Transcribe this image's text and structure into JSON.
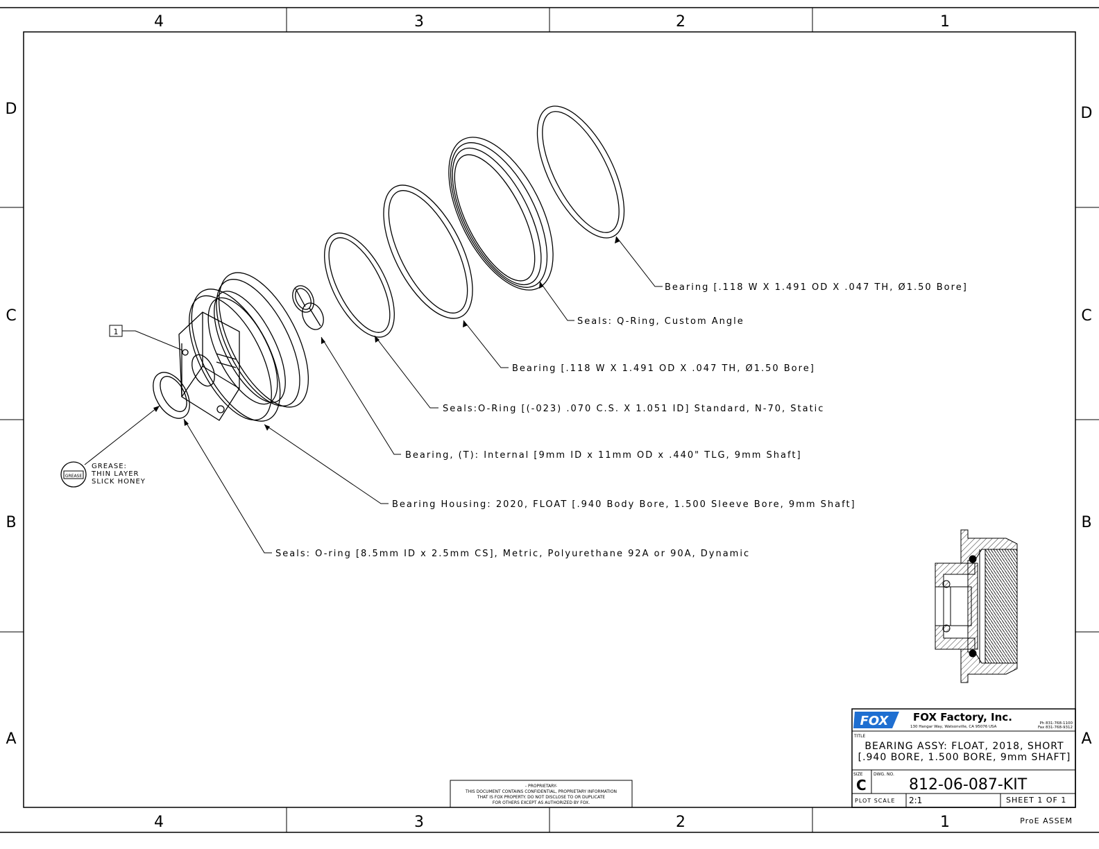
{
  "zones": {
    "columns": [
      "4",
      "3",
      "2",
      "1"
    ],
    "rows": [
      "D",
      "C",
      "B",
      "A"
    ]
  },
  "find_number": "1",
  "callouts": [
    "Bearing [.118 W X 1.491 OD X .047 TH, Ø1.50 Bore]",
    "Seals: Q-Ring, Custom Angle",
    "Bearing [.118 W X 1.491 OD X .047 TH, Ø1.50 Bore]",
    "Seals:O-Ring [(-023) .070 C.S. X 1.051 ID] Standard, N-70, Static",
    "Bearing, (T): Internal [9mm ID x 11mm OD x .440\" TLG, 9mm Shaft]",
    "Bearing Housing: 2020, FLOAT [.940 Body Bore, 1.500 Sleeve Bore, 9mm Shaft]",
    "Seals: O-ring [8.5mm ID x 2.5mm CS], Metric, Polyurethane 92A or 90A, Dynamic"
  ],
  "grease_note": {
    "icon_label": "GREASE",
    "lines": [
      "GREASE:",
      "THIN LAYER",
      "SLICK HONEY"
    ]
  },
  "proprietary": {
    "lines": [
      "- PROPRIETARY-",
      "THIS DOCUMENT CONTAINS CONFIDENTIAL, PROPRIETARY INFORMATION",
      "THAT IS FOX PROPERTY.  DO NOT DISCLOSE TO OR DUPLICATE",
      "FOR OTHERS EXCEPT AS AUTHORIZED BY FOX."
    ]
  },
  "title_block": {
    "logo": "FOX",
    "company": "FOX Factory, Inc.",
    "address": "130 Hangar Way, Watsonville, CA 95076 USA",
    "phone": "Ph 831-768-1100",
    "fax": "Fax 831-768-9312",
    "title_label": "TITLE",
    "title_line1": "BEARING ASSY: FLOAT, 2018, SHORT",
    "title_line2": "[.940 BORE, 1.500 BORE, 9mm SHAFT]",
    "size_label": "SIZE",
    "size": "C",
    "dwg_no_label": "DWG. NO.",
    "dwg_no": "812-06-087-KIT",
    "plot_scale_label": "PLOT SCALE",
    "plot_scale": "2:1",
    "sheet": "SHEET 1 OF 1",
    "model_type": "ProE ASSEM"
  },
  "colors": {
    "ink": "#000000",
    "logo_blue": "#1f6fd1"
  }
}
